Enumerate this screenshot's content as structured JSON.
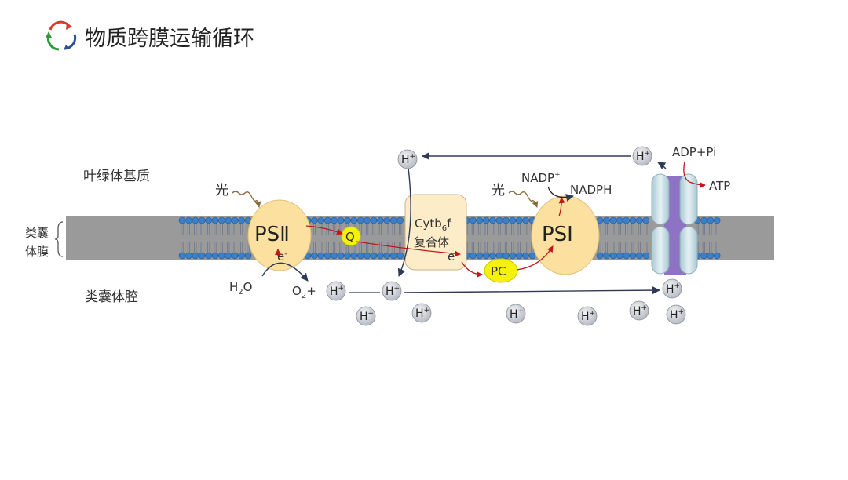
{
  "title": "物质跨膜运输循环",
  "icon": "recycle-cycle-icon",
  "colors": {
    "membrane": "#9a9a9a",
    "lipid_head": "#3a7fc8",
    "protein_fill": "#fbe0a0",
    "cytb6f_fill": "#fcecc8",
    "carrier_yellow": "#f4f20c",
    "h_ion_fill": "#c9ccd2",
    "electron_arrow": "#c01818",
    "h_arrow": "#2e3b57",
    "atp_synthase": "#c4dde3",
    "atp_channel": "#8e72c4"
  },
  "regions": {
    "stroma": "叶绿体基质",
    "lumen": "类囊体腔",
    "membrane_label_1": "类囊",
    "membrane_label_2": "体膜"
  },
  "light": "光",
  "light_2": "光",
  "ps2": {
    "label": "PSⅡ",
    "electron": "e",
    "electron_sup": "-"
  },
  "ps1": {
    "label": "PSⅠ"
  },
  "plastoquinone": "Q",
  "plastocyanin": "PC",
  "cytb6f": {
    "line1_a": "Cytb",
    "line1_sub": "6",
    "line1_b": "f",
    "line2": "复合体",
    "electron": "e",
    "electron_sup": "-"
  },
  "water": {
    "h": "H",
    "sub": "2",
    "o": "O"
  },
  "oxygen": {
    "o": "O",
    "sub": "2",
    "plus": "+"
  },
  "nadp": {
    "label": "NADP",
    "sup": "+"
  },
  "nadph": "NADPH",
  "adp": "ADP+Pi",
  "atp": "ATP",
  "h_ion": {
    "symbol": "H",
    "charge": "+"
  }
}
